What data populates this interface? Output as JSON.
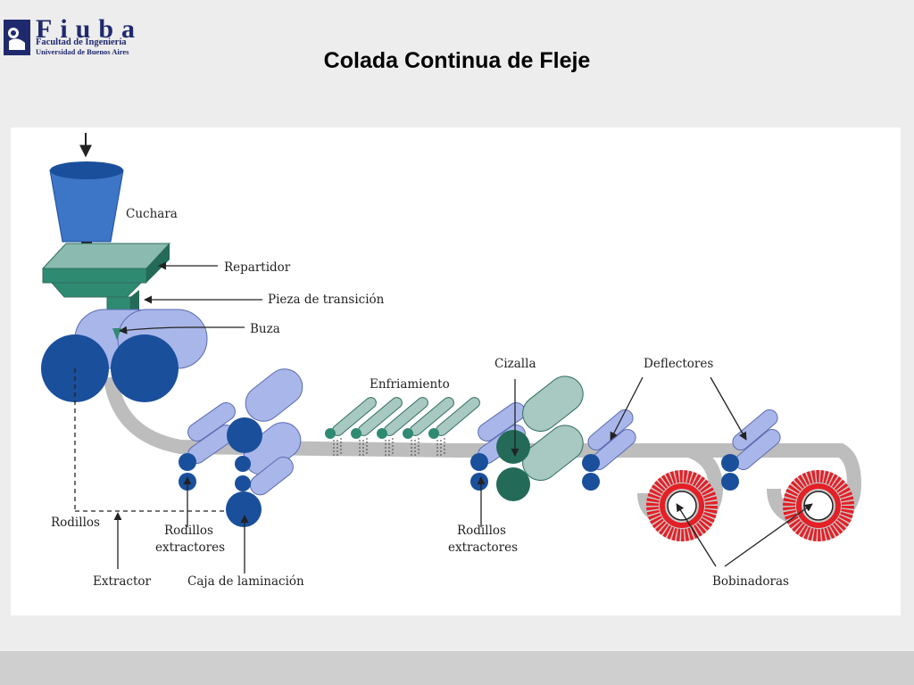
{
  "logo": {
    "name": "Fiuba",
    "line1": "Facultad de Ingeniería",
    "line2": "Universidad de Buenos Aires"
  },
  "title": "Colada Continua de Fleje",
  "labels": {
    "cuchara": "Cuchara",
    "repartidor": "Repartidor",
    "pieza_transicion": "Pieza de transición",
    "buza": "Buza",
    "enfriamiento": "Enfriamiento",
    "cizalla": "Cizalla",
    "deflectores": "Deflectores",
    "rodillos": "Rodillos",
    "rodillos_extractores_1_a": "Rodillos",
    "rodillos_extractores_1_b": "extractores",
    "rodillos_extractores_2_a": "Rodillos",
    "rodillos_extractores_2_b": "extractores",
    "extractor": "Extractor",
    "caja_laminacion": "Caja de laminación",
    "bobinadoras": "Bobinadoras"
  },
  "colors": {
    "roller_dark": "#1a4f9c",
    "roller_light": "#a9b6ea",
    "teal": "#2f8a72",
    "teal_light": "#a8c8c2",
    "strip": "#bdbdbd",
    "coil_red": "#e41f26",
    "title_blue": "#1f2a6e"
  }
}
